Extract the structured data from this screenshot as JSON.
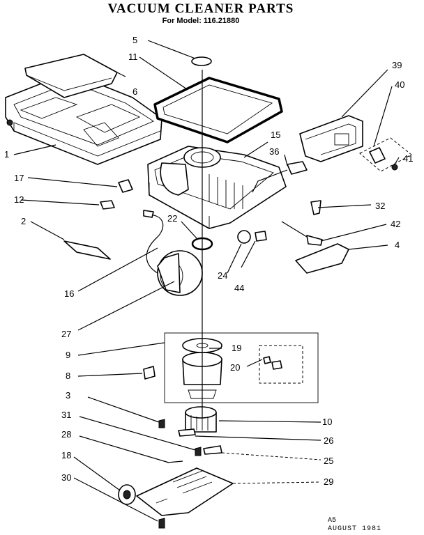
{
  "title": "VACUUM CLEANER PARTS",
  "subtitle": "For Model: 116.21880",
  "footer": {
    "code": "A5",
    "date": "AUGUST 1981"
  },
  "callouts": {
    "c1": "1",
    "c2": "2",
    "c3": "3",
    "c4": "4",
    "c5": "5",
    "c6": "6",
    "c8": "8",
    "c9": "9",
    "c10": "10",
    "c11": "11",
    "c12": "12",
    "c15": "15",
    "c16": "16",
    "c17": "17",
    "c18": "18",
    "c19": "19",
    "c20": "20",
    "c22": "22",
    "c24": "24",
    "c25": "25",
    "c26": "26",
    "c27": "27",
    "c28": "28",
    "c29": "29",
    "c30": "30",
    "c31": "31",
    "c32": "32",
    "c36": "36",
    "c39": "39",
    "c40": "40",
    "c41": "41",
    "c42": "42",
    "c44": "44"
  }
}
